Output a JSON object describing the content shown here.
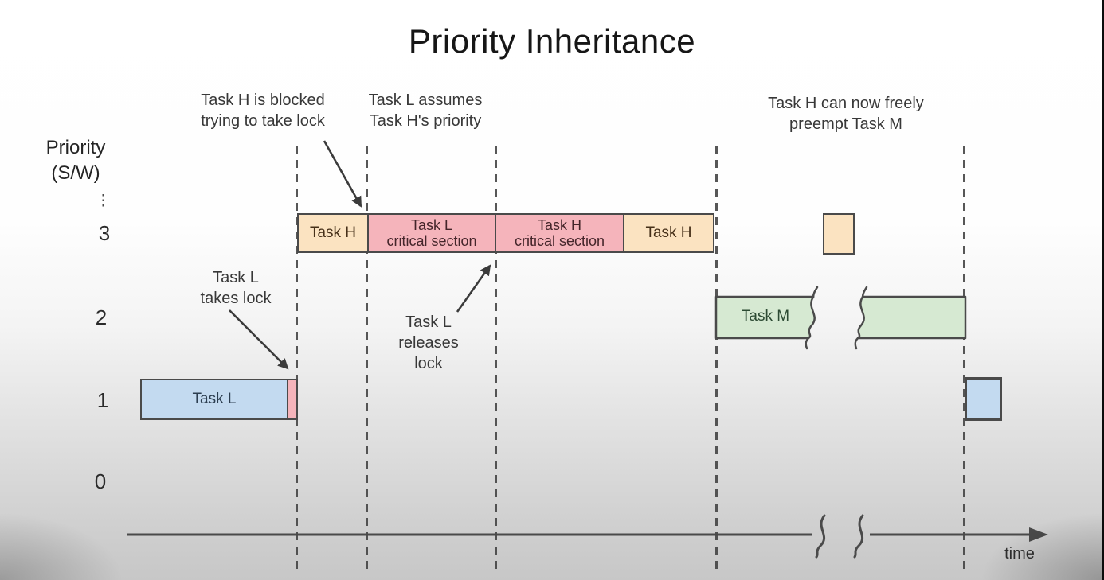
{
  "title": "Priority Inheritance",
  "axis": {
    "y_label": "Priority\n(S/W)",
    "ellipsis": "⋮",
    "priority_ticks": [
      "3",
      "2",
      "1",
      "0"
    ],
    "x_label": "time"
  },
  "annotations": {
    "h_blocked": "Task H is blocked\ntrying to take lock",
    "l_assumes": "Task L assumes\nTask H's priority",
    "h_preempt": "Task H can now freely\npreempt Task M",
    "l_takes": "Task L\ntakes lock",
    "l_releases": "Task L\nreleases\nlock"
  },
  "bars": {
    "priority3": {
      "segments": [
        {
          "label": "Task H"
        },
        {
          "label": "Task L\ncritical section"
        },
        {
          "label": "Task H\ncritical section"
        },
        {
          "label": "Task H"
        }
      ]
    },
    "task_m": {
      "label": "Task M"
    },
    "task_l": {
      "label": "Task L"
    }
  },
  "colors": {
    "task_h_fill": "#fbe3c1",
    "critical_fill": "#f5b4bb",
    "task_m_fill": "#d6e9d2",
    "task_l_fill": "#c3daf0",
    "border": "#4a4a4a",
    "dashed_line": "#404040",
    "arrow": "#3b3b3b"
  }
}
